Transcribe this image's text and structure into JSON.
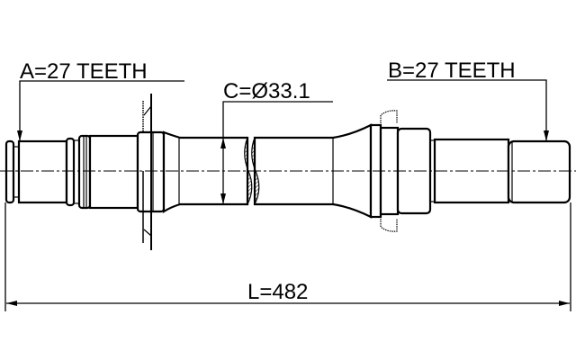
{
  "labels": {
    "spline_a": "A=27 TEETH",
    "spline_b": "B=27 TEETH",
    "diameter_c": "C=Ø33.1",
    "length": "L=482"
  }
}
